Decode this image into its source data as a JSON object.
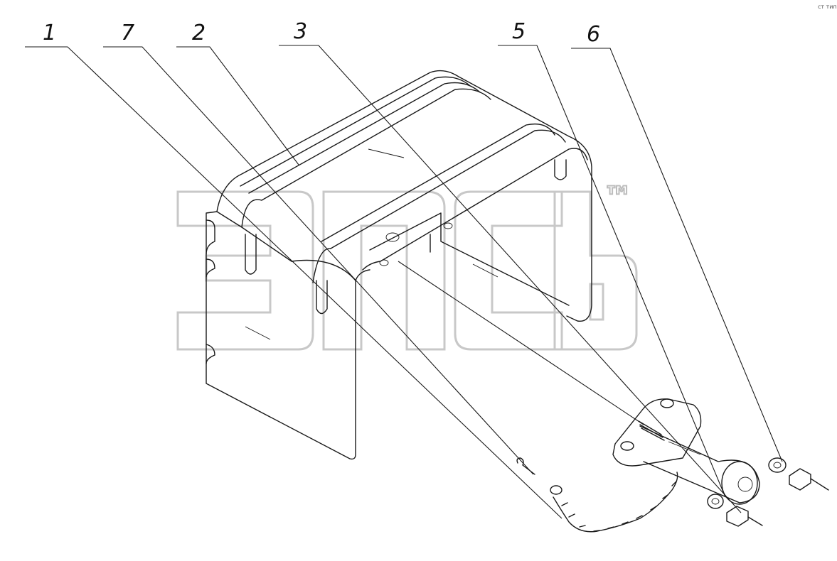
{
  "callouts": [
    {
      "id": "1",
      "label": "1"
    },
    {
      "id": "7",
      "label": "7"
    },
    {
      "id": "2",
      "label": "2"
    },
    {
      "id": "3",
      "label": "3"
    },
    {
      "id": "5",
      "label": "5"
    },
    {
      "id": "6",
      "label": "6"
    }
  ],
  "watermark": {
    "trademark": "™"
  },
  "corner_mark": "ст тип"
}
